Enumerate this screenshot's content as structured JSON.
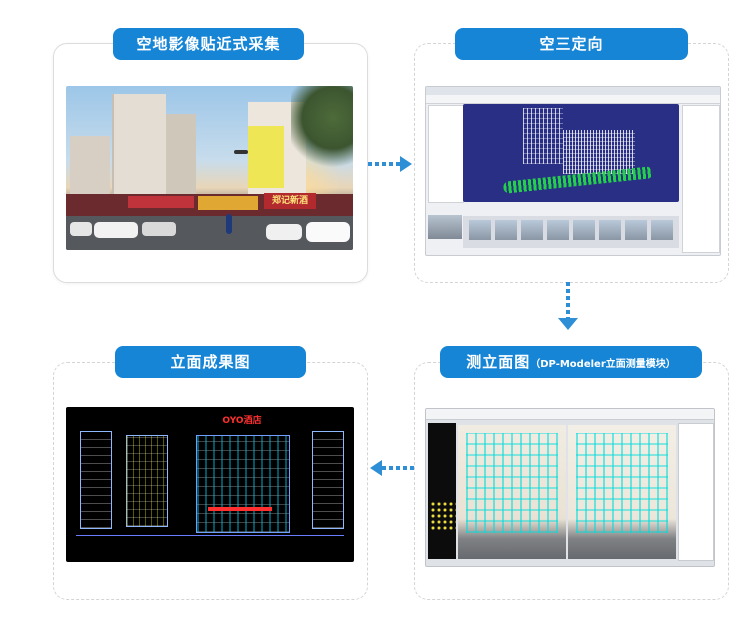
{
  "steps": [
    {
      "title": "空地影像贴近式采集"
    },
    {
      "title": "空三定向"
    },
    {
      "title": "测立面图",
      "subtitle": "（DP-Modeler立面测量模块）"
    },
    {
      "title": "立面成果图"
    }
  ],
  "colors": {
    "accent": "#1685d6",
    "arrow": "#2f8fd6",
    "cloud_bg": "#2a2f86",
    "cad_bg": "#000000"
  },
  "photo": {
    "store_sign": "郑记新酒"
  },
  "cad_drawing": {
    "sign": "OYO酒店"
  }
}
